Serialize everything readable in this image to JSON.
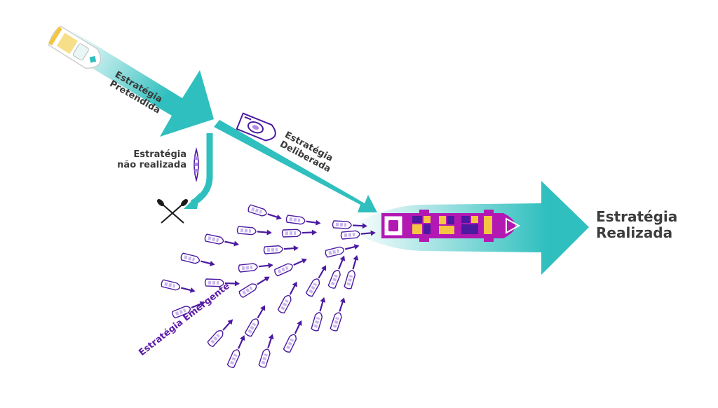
{
  "colors": {
    "teal": "#2fbfbe",
    "purple": "#4b1aa0",
    "magenta": "#b318b3",
    "yellow": "#f5c542",
    "text_dark": "#3a3a3a"
  },
  "labels": {
    "pretendida": [
      "Estratégia",
      "Pretendida"
    ],
    "nao_realizada": [
      "Estratégia",
      "não realizada"
    ],
    "deliberada": [
      "Estratégia",
      "Deliberada"
    ],
    "realizada": [
      "Estratégia",
      "Realizada"
    ],
    "emergente": "Estratégia Emergente"
  },
  "icons": {
    "yacht": "yacht-icon",
    "speedboat": "speedboat-icon",
    "canoe": "canoe-icon",
    "crossed_oars": "crossed-oars-icon",
    "cargo_ship": "cargo-ship-icon",
    "small_boat": "small-boat-icon"
  }
}
